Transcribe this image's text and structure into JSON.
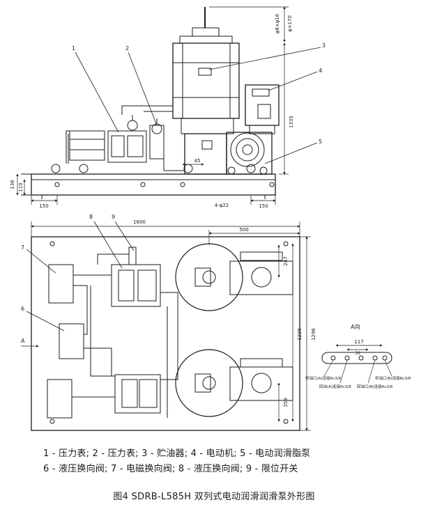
{
  "dimensions": {
    "top_v1": "φ8×φ16",
    "top_v2": "φ×170",
    "d1335": "1335",
    "d136": "136",
    "d110": "110",
    "d150l": "150",
    "d150r": "150",
    "d4x22": "4-φ22",
    "d45": "45",
    "d1600": "1600",
    "d500": "500",
    "d247": "247",
    "d1220": "1220",
    "d1296": "1296",
    "d359": "359",
    "d117": "117",
    "d36": "36"
  },
  "callouts": {
    "c1": "1",
    "c2": "2",
    "c3": "3",
    "c4": "4",
    "c5": "5",
    "c6": "6",
    "c7": "7",
    "c8": "8",
    "c9": "9"
  },
  "view_a": {
    "title": "A向",
    "arrow_label": "A",
    "port1": "供油口(A)连接Rc3/8",
    "port2": "回油(A)连接Rc3/8",
    "port3": "回油口(B)连接Rc3/8",
    "port4": "供油口(B)连接Rc3/8"
  },
  "legend": {
    "line1": "1 - 压力表; 2 - 压力表; 3 - 贮油器; 4 - 电动机; 5 - 电动润滑脂泵",
    "line2": "6 - 液压换向阀; 7 - 电磁换向阀; 8 - 液压换向阀; 9 - 限位开关"
  },
  "caption": "图4 SDRB-L585H 双列式电动润滑润滑泵外形图"
}
